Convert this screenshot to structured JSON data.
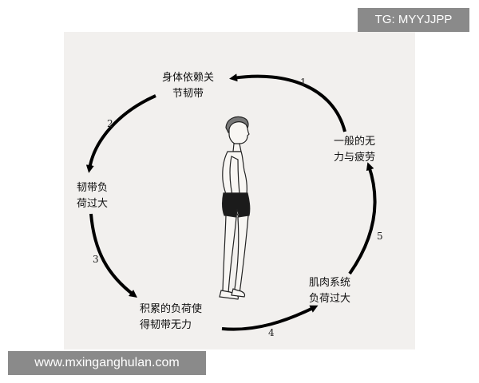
{
  "watermarks": {
    "top_right": "TG: MYYJJPP",
    "bottom_left": "www.mxinganghulan.com"
  },
  "cycle": {
    "nodes": {
      "top": {
        "line1": "身体依赖关",
        "line2": "节韧带"
      },
      "left": {
        "line1": "韧带负",
        "line2": "荷过大"
      },
      "bottom": {
        "line1": "积累的负荷使",
        "line2": "得韧带无力"
      },
      "right_low": {
        "line1": "肌肉系统",
        "line2": "负荷过大"
      },
      "right_high": {
        "line1": "一般的无",
        "line2": "力与疲劳"
      }
    },
    "steps": [
      "1",
      "2",
      "3",
      "4",
      "5"
    ]
  },
  "colors": {
    "paper": "#f2f0ee",
    "ink": "#111111",
    "watermark_bg": "#8a8a8a"
  }
}
